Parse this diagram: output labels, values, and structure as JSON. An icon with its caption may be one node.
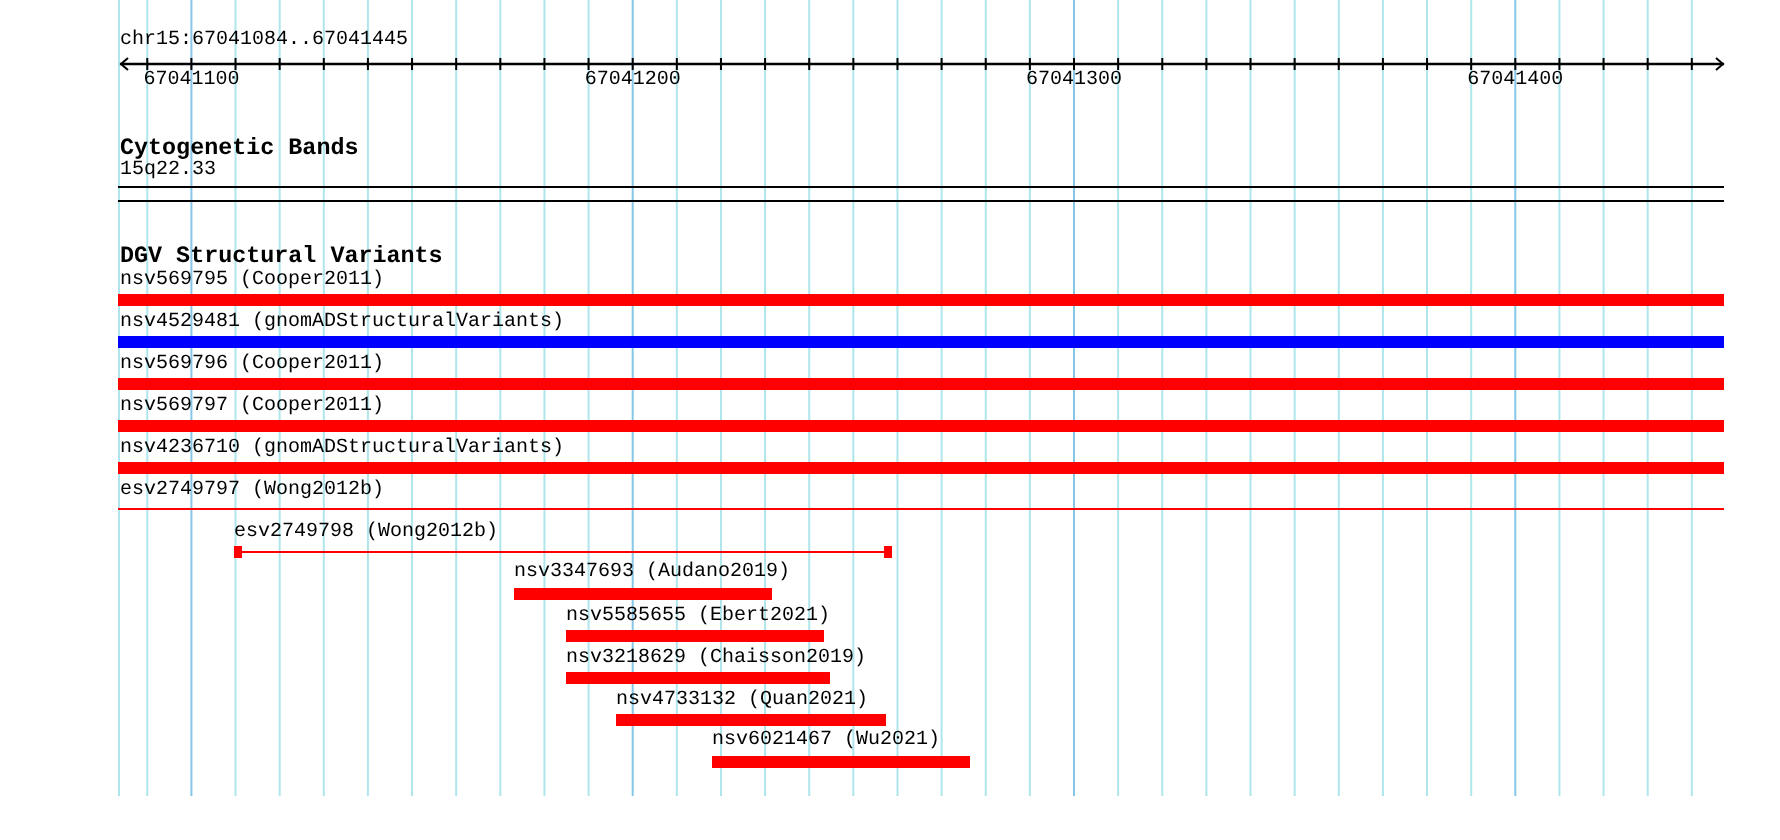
{
  "diagram": {
    "nodes": [
      {
        "text": [
          "15q22.33"
        ]
      },
      {
        "text": [
          "nsv569795 (Cooper2011)"
        ]
      },
      {
        "text": [
          "nsv4529481 (gnomADStructuralVariants)"
        ]
      },
      {
        "text": [
          "nsv569796 (Cooper2011)"
        ]
      },
      {
        "text": [
          "nsv569797 (Cooper2011)"
        ]
      },
      {
        "text": [
          "nsv4236710 (gnomADStructuralVariants)"
        ]
      },
      {
        "text": [
          "esv2749797 (Wong2012b)"
        ]
      },
      {
        "text": [
          "esv2749798 (Wong2012b)"
        ]
      },
      {
        "text": [
          "nsv3347693 (Audano2019)"
        ]
      },
      {
        "text": [
          "nsv5585655 (Ebert2021)"
        ]
      },
      {
        "text": [
          "nsv3218629 (Chaisson2019)"
        ]
      },
      {
        "text": [
          "nsv4733132 (Quan2021)"
        ]
      },
      {
        "text": [
          "nsv6021467 (Wu2021)"
        ]
      }
    ],
    "labels": [
      "chr15:67041084..67041445",
      "67041100",
      "67041200",
      "67041300",
      "67041400",
      "Cytogenetic Bands",
      "DGV Structural Variants"
    ]
  }
}
